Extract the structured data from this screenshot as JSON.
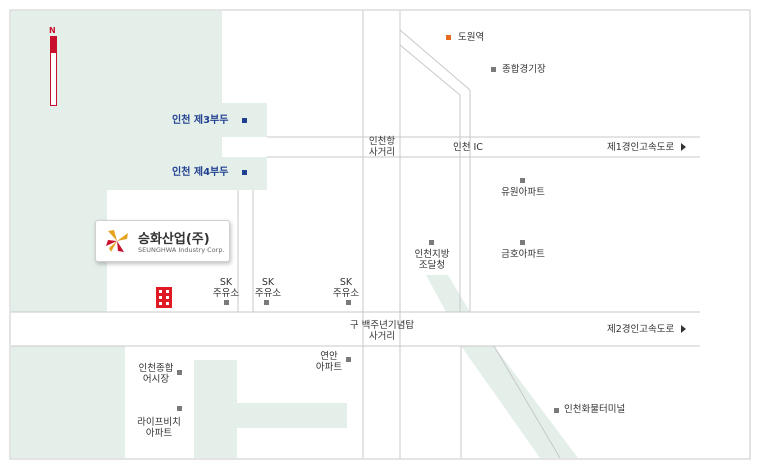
{
  "compass": {
    "label": "N"
  },
  "company": {
    "name": "승화산업(주)",
    "english_name": "SEUNGHWA Industry Corp.",
    "brand_color": "#e01a22"
  },
  "places": {
    "dowon_station": "도원역",
    "stadium": "종합경기장",
    "pier3": "인천 제3부두",
    "pier4": "인천 제4부두",
    "inchang_junction_1": "인천항",
    "inchang_junction_2": "사거리",
    "incheon_ic": "인천 IC",
    "expressway1": "제1경인고속도로",
    "yuwon_apt": "유원아파트",
    "district_office_1": "인천지방",
    "district_office_2": "조달청",
    "geumho_apt": "금호아파트",
    "sk1_1": "SK",
    "sk1_2": "주유소",
    "sk2_1": "SK",
    "sk2_2": "주유소",
    "sk3_1": "SK",
    "sk3_2": "주유소",
    "monument_1": "구 백주년기념탑",
    "monument_2": "사거리",
    "expressway2": "제2경인고속도로",
    "yeonan_1": "연안",
    "yeonan_2": "아파트",
    "fish_market_1": "인천종합",
    "fish_market_2": "어시장",
    "lifebeach_1": "라이프비치",
    "lifebeach_2": "아파트",
    "cargo_terminal": "인천화물터미널"
  },
  "colors": {
    "water": "#e4efea",
    "road": "#ffffff",
    "road_edge": "#c8c8c8",
    "marker": "#7a7a7a",
    "pier_marker": "#1f3f8f",
    "station_marker": "#e56a1e",
    "compass": "#c8102e"
  }
}
